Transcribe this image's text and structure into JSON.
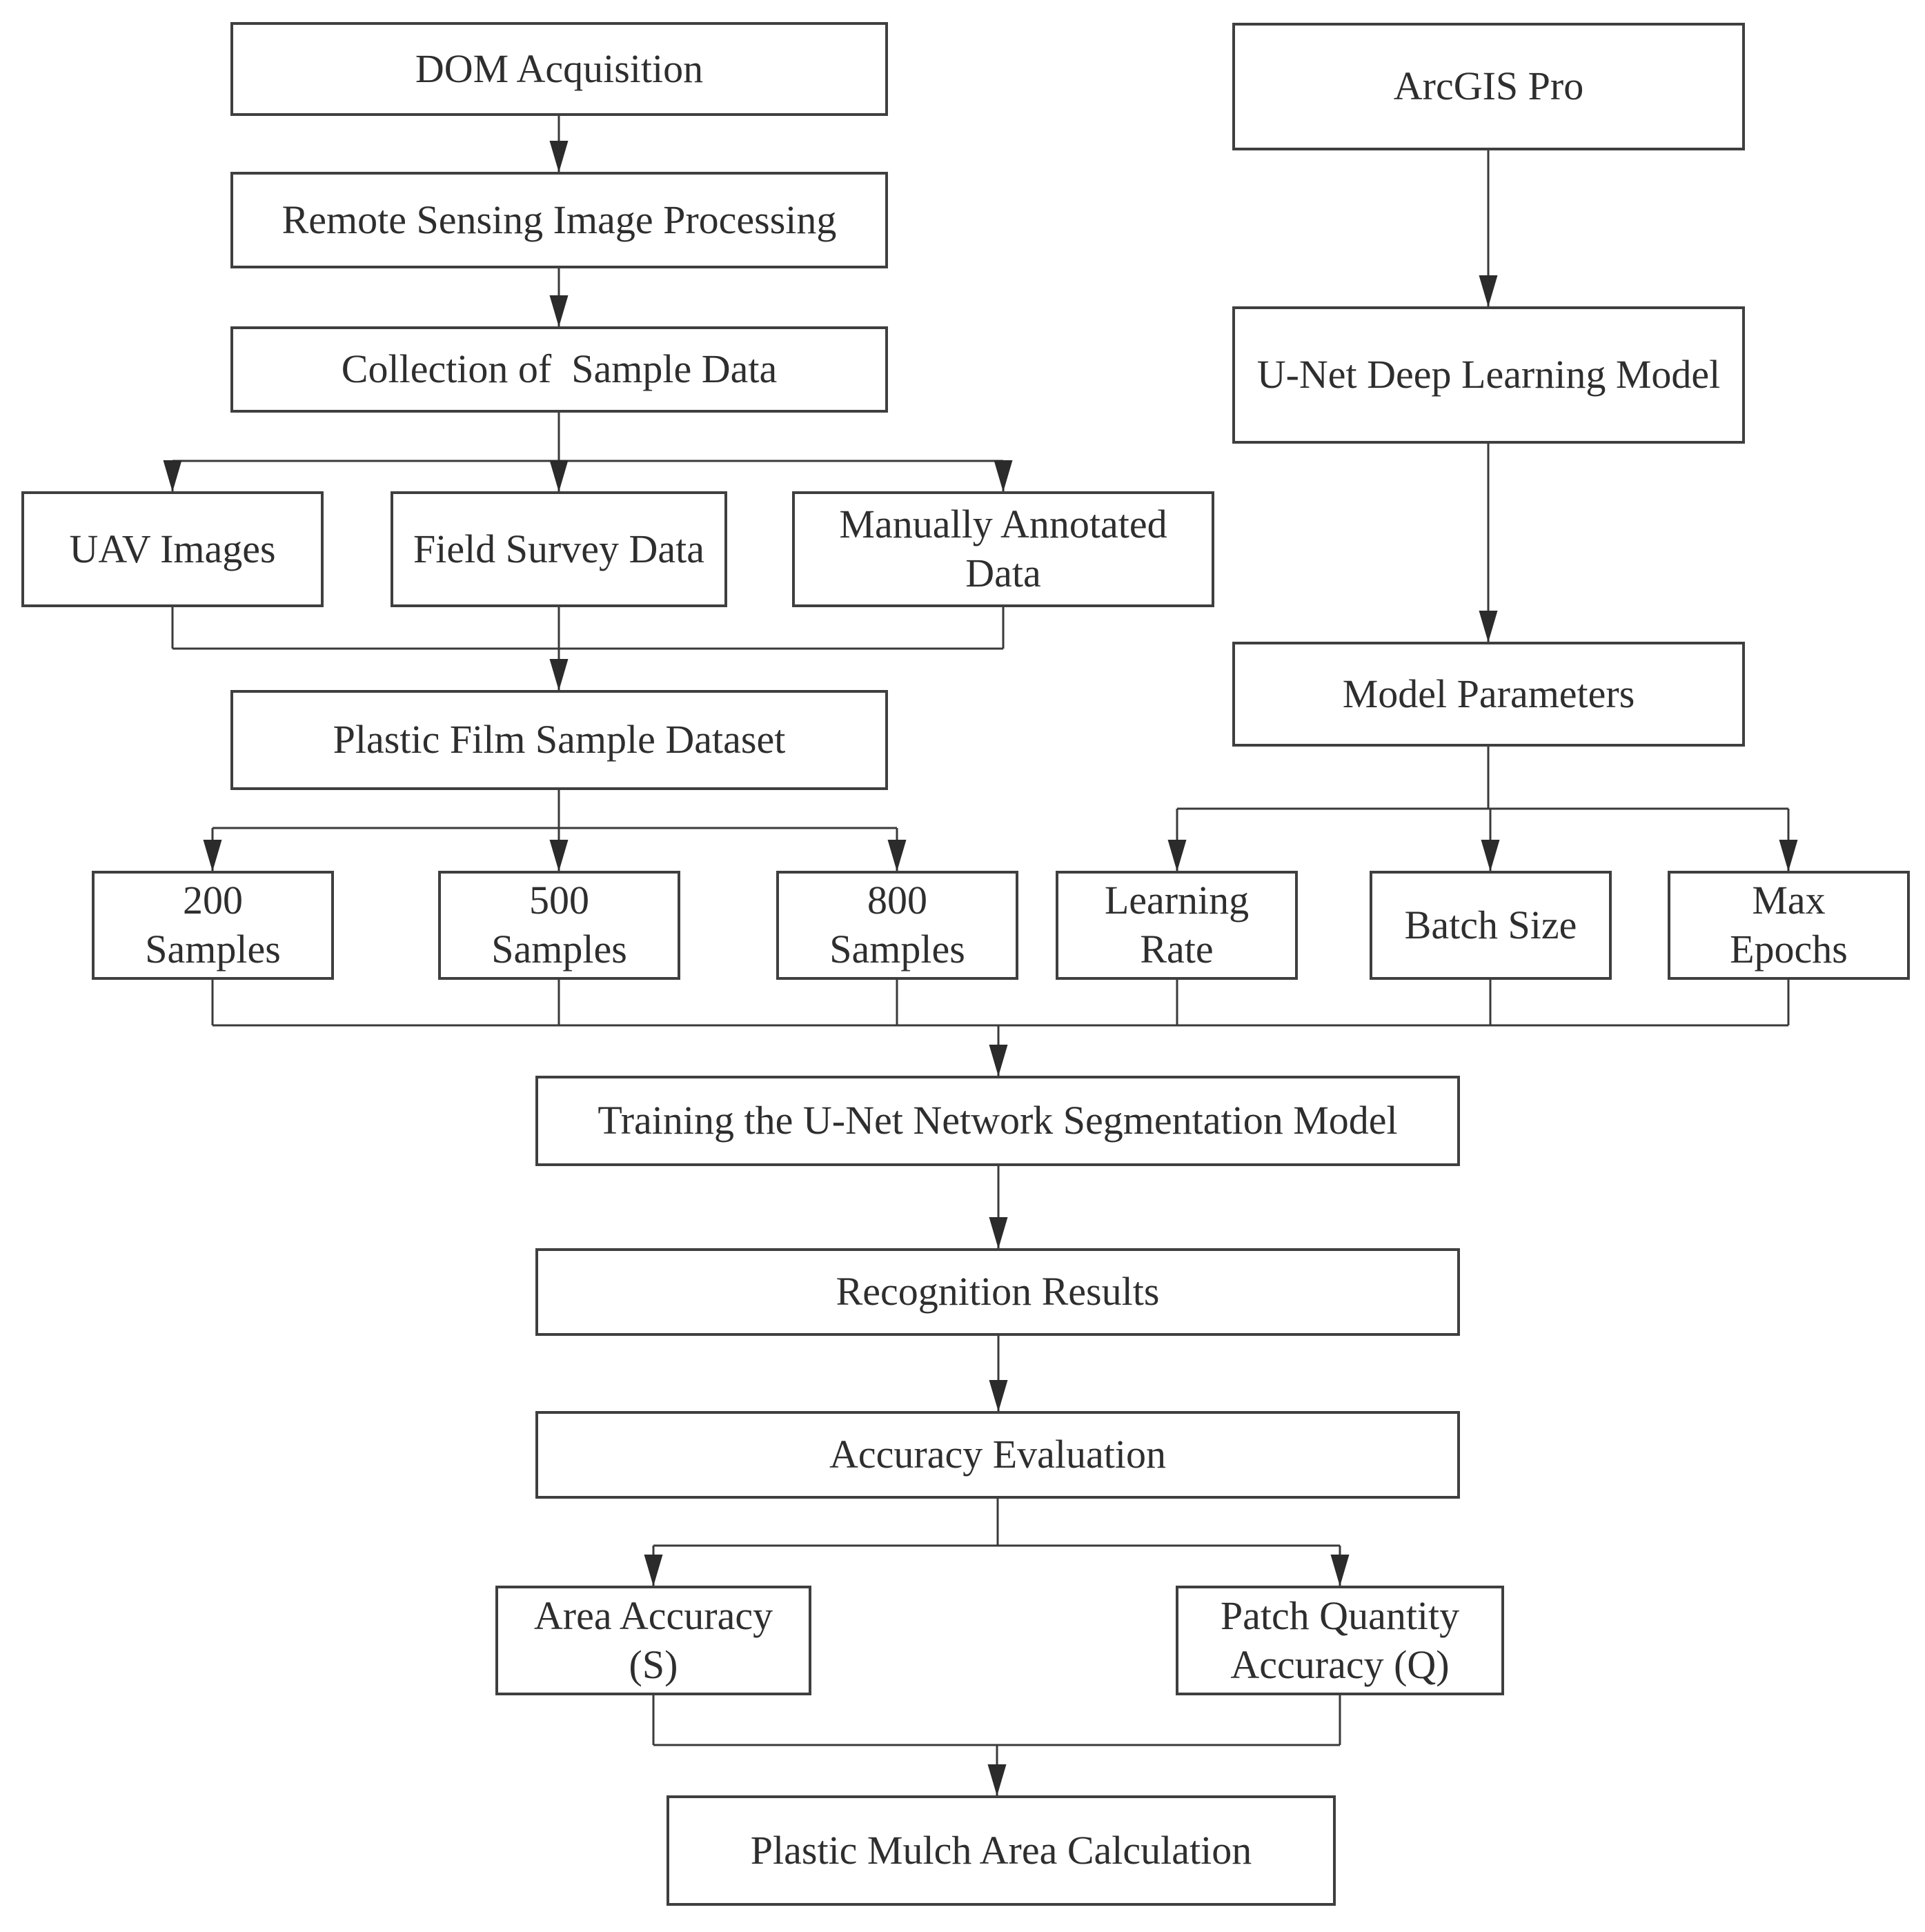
{
  "figure": {
    "nodes": {
      "dom_acquisition": {
        "label": "DOM Acquisition"
      },
      "arcgis_pro": {
        "label": "ArcGIS Pro"
      },
      "remote_sensing": {
        "label": "Remote Sensing Image Processing"
      },
      "unet_model": {
        "label": "U-Net Deep Learning Model"
      },
      "collection": {
        "label": "Collection of  Sample Data"
      },
      "uav_images": {
        "label": "UAV Images"
      },
      "field_survey": {
        "label": "Field Survey Data"
      },
      "manually_annotated": {
        "label": "Manually Annotated\nData"
      },
      "plastic_film_dataset": {
        "label": "Plastic Film Sample Dataset"
      },
      "model_parameters": {
        "label": "Model Parameters"
      },
      "samples_200": {
        "label": "200\nSamples"
      },
      "samples_500": {
        "label": "500\nSamples"
      },
      "samples_800": {
        "label": "800\nSamples"
      },
      "learning_rate": {
        "label": "Learning\nRate"
      },
      "batch_size": {
        "label": "Batch Size"
      },
      "max_epochs": {
        "label": "Max\nEpochs"
      },
      "training": {
        "label": "Training the U-Net Network Segmentation Model"
      },
      "recognition": {
        "label": "Recognition Results"
      },
      "accuracy_evaluation": {
        "label": "Accuracy Evaluation"
      },
      "area_accuracy": {
        "label": "Area Accuracy\n(S)"
      },
      "patch_quantity": {
        "label": "Patch Quantity\nAccuracy (Q)"
      },
      "plastic_mulch": {
        "label": "Plastic Mulch Area Calculation"
      }
    },
    "line_color": "#3a3a3a",
    "arrow_color": "#2b2b2b",
    "box_border_color": "#3f3f3f",
    "text_color": "#2e2e2e"
  }
}
